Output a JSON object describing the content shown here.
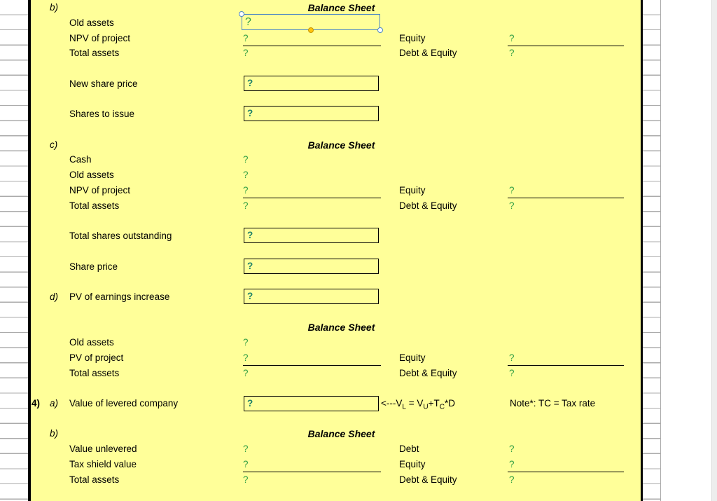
{
  "colors": {
    "sheet_bg": "#FFFF99",
    "question_green": "#34A045",
    "question_teal_bold": "#1C8068",
    "selection_blue": "#4A86C6",
    "adjust_handle_yellow": "#FFC40C",
    "border_black": "#000000",
    "gridline_gray": "#ababab"
  },
  "sheet": {
    "sections": {
      "b1": {
        "label": "b)",
        "title": "Balance Sheet",
        "rows": [
          {
            "label": "Old assets",
            "value": "?"
          },
          {
            "label": "NPV of project",
            "value": "?"
          },
          {
            "label": "Total assets",
            "value": "?"
          }
        ],
        "right_rows": [
          {
            "label": "Equity",
            "value": "?"
          },
          {
            "label": "Debt & Equity",
            "value": "?"
          }
        ],
        "inputs": [
          {
            "label": "New share price",
            "value": "?"
          },
          {
            "label": "Shares to issue",
            "value": "?"
          }
        ]
      },
      "c": {
        "label": "c)",
        "title": "Balance Sheet",
        "rows": [
          {
            "label": "Cash",
            "value": "?"
          },
          {
            "label": "Old assets",
            "value": "?"
          },
          {
            "label": "NPV of project",
            "value": "?"
          },
          {
            "label": "Total assets",
            "value": "?"
          }
        ],
        "right_rows": [
          {
            "label": "Equity",
            "value": "?"
          },
          {
            "label": "Debt & Equity",
            "value": "?"
          }
        ],
        "inputs": [
          {
            "label": "Total shares outstanding",
            "value": "?"
          },
          {
            "label": "Share price",
            "value": "?"
          }
        ]
      },
      "d": {
        "label": "d)",
        "row_label": "PV of earnings increase",
        "value": "?"
      },
      "bs3": {
        "title": "Balance Sheet",
        "rows": [
          {
            "label": "Old assets",
            "value": "?"
          },
          {
            "label": "PV of project",
            "value": "?"
          },
          {
            "label": "Total assets",
            "value": "?"
          }
        ],
        "right_rows": [
          {
            "label": "Equity",
            "value": "?"
          },
          {
            "label": "Debt & Equity",
            "value": "?"
          }
        ]
      },
      "q4a": {
        "number": "4)",
        "label": "a)",
        "row_label": "Value of levered company",
        "value": "?",
        "formula": {
          "arrow": "<---V",
          "sub1": "L",
          "eq": " = V",
          "sub2": "U",
          "plus": "+T",
          "sub3": "C",
          "tail": "*D"
        },
        "note": "Note*: TC = Tax rate"
      },
      "b2": {
        "label": "b)",
        "title": "Balance Sheet",
        "rows": [
          {
            "label": "Value unlevered",
            "value": "?"
          },
          {
            "label": "Tax shield value",
            "value": "?"
          },
          {
            "label": "Total assets",
            "value": "?"
          }
        ],
        "right_rows": [
          {
            "label": "Debt",
            "value": "?"
          },
          {
            "label": "Equity",
            "value": "?"
          },
          {
            "label": "Debt & Equity",
            "value": "?"
          }
        ]
      }
    }
  }
}
